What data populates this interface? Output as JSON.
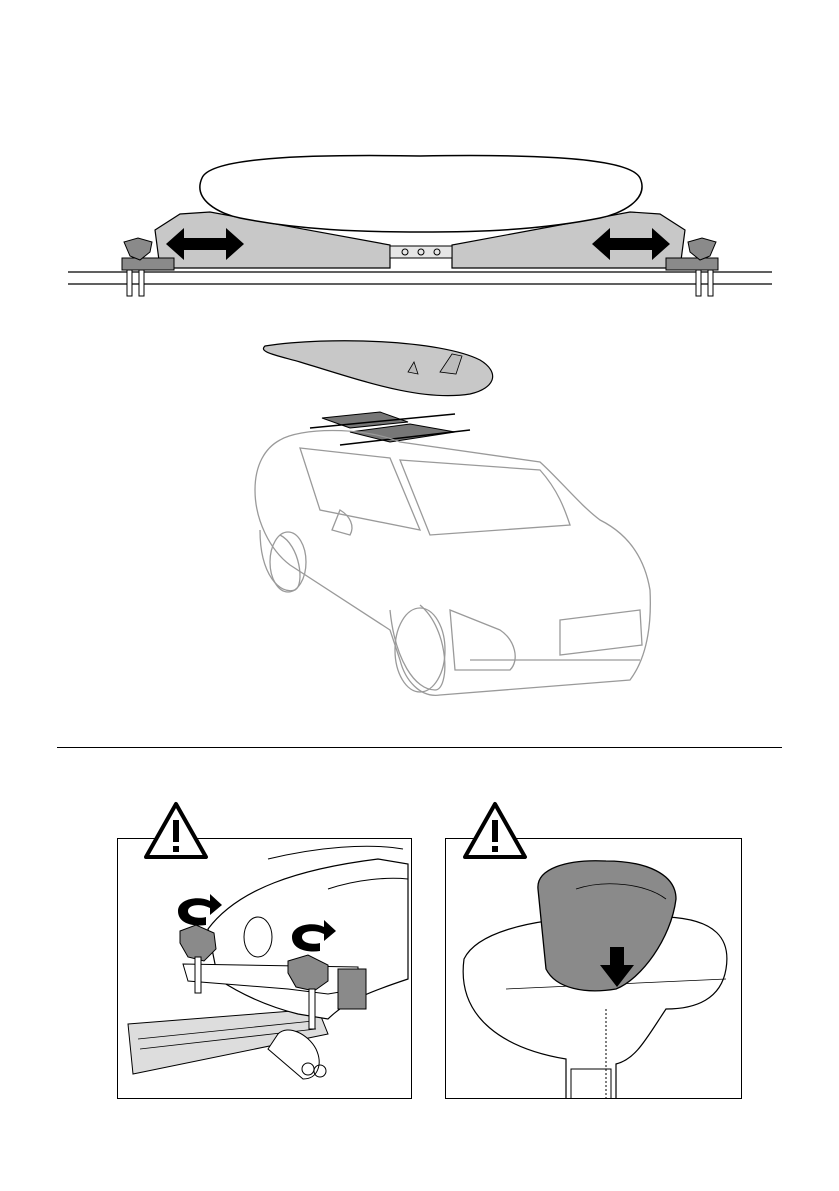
{
  "document": {
    "type": "roof rack mounting instruction page",
    "text": []
  },
  "figures": {
    "top": {
      "icon": "adjust-arrows-icon"
    },
    "middle": {
      "icon": "car-with-surfboard"
    },
    "bottom_left": {
      "icon": "warning-icon",
      "detail": "tighten-knobs"
    },
    "bottom_right": {
      "icon": "warning-icon",
      "detail": "press-down-knob"
    }
  },
  "colors": {
    "line": "#000000",
    "fill_gray": "#c8c8c8",
    "fill_dark": "#8a8a8a",
    "car_line": "#9a9a9a"
  }
}
